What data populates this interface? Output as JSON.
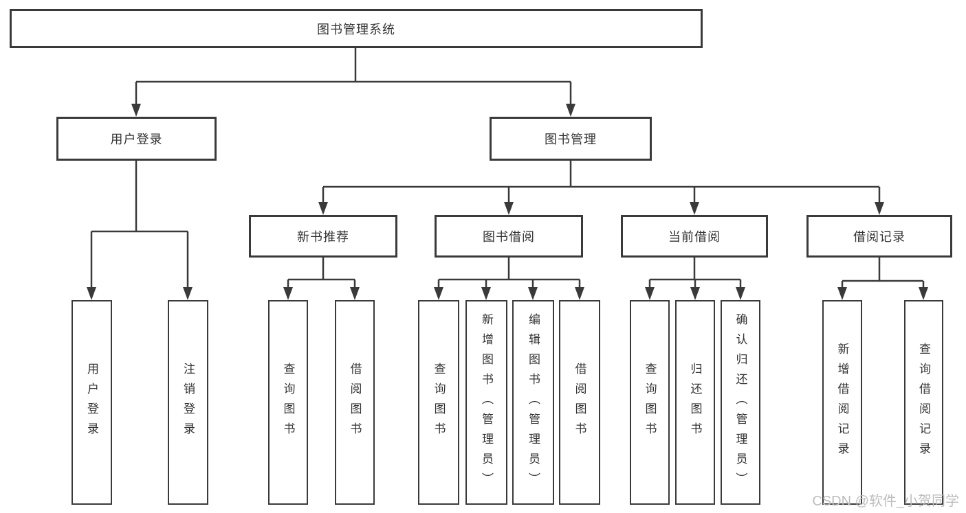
{
  "colors": {
    "background": "#ffffff",
    "line": "#3a3a3a",
    "box_border": "#3a3a3a",
    "text": "#333333",
    "watermark": "#bdbdbd"
  },
  "watermark": {
    "text": "CSDN @软件_小贺同学"
  },
  "tree": {
    "root": "图书管理系统",
    "children": [
      {
        "label": "用户登录",
        "children": [
          "用户登录",
          "注销登录"
        ]
      },
      {
        "label": "图书管理",
        "children": [
          {
            "label": "新书推荐",
            "children": [
              "查询图书",
              "借阅图书"
            ]
          },
          {
            "label": "图书借阅",
            "children": [
              "查询图书",
              "新增图书（管理员）",
              "编辑图书（管理员）",
              "借阅图书"
            ]
          },
          {
            "label": "当前借阅",
            "children": [
              "查询图书",
              "归还图书",
              "确认归还（管理员）"
            ]
          },
          {
            "label": "借阅记录",
            "children": [
              "新增借阅记录",
              "查询借阅记录"
            ]
          }
        ]
      }
    ]
  }
}
